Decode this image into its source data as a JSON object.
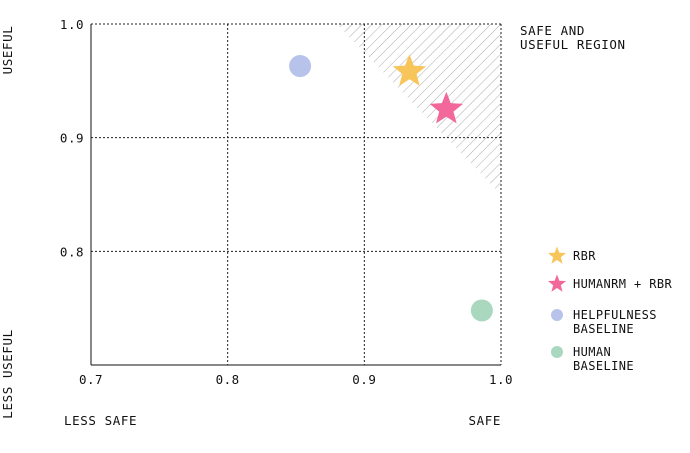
{
  "chart_data": {
    "type": "scatter",
    "xlim": [
      0.7,
      1.0
    ],
    "ylim": [
      0.7,
      1.0
    ],
    "x_ticks": [
      "0.7",
      "0.8",
      "0.9",
      "1.0"
    ],
    "y_ticks": [
      "0.8",
      "0.9",
      "1.0"
    ],
    "grid": "dotted",
    "x_axis_labels": {
      "low": "LESS SAFE",
      "high": "SAFE"
    },
    "y_axis_labels": {
      "low": "LESS USEFUL",
      "high": "USEFUL"
    },
    "region": {
      "label_lines": [
        "SAFE AND",
        "USEFUL REGION"
      ],
      "fill": "hatched",
      "location": "top-right"
    },
    "points": [
      {
        "name": "RBR",
        "x": 0.933,
        "y": 0.958,
        "marker": "star",
        "color": "#f8c55b"
      },
      {
        "name": "HUMANRM + RBR",
        "x": 0.96,
        "y": 0.925,
        "marker": "star",
        "color": "#f2689a"
      },
      {
        "name": "HELPFULNESS BASELINE",
        "x": 0.853,
        "y": 0.963,
        "marker": "circle",
        "color": "#b7c3ea"
      },
      {
        "name": "HUMAN BASELINE",
        "x": 0.986,
        "y": 0.748,
        "marker": "circle",
        "color": "#a9d8bf"
      }
    ],
    "legend": {
      "placement": "right",
      "entries": [
        {
          "lines": [
            "RBR"
          ],
          "marker": "star",
          "color": "#f8c55b"
        },
        {
          "lines": [
            "HUMANRM + RBR"
          ],
          "marker": "star",
          "color": "#f2689a"
        },
        {
          "lines": [
            "HELPFULNESS",
            "BASELINE"
          ],
          "marker": "circle",
          "color": "#b7c3ea"
        },
        {
          "lines": [
            "HUMAN",
            "BASELINE"
          ],
          "marker": "circle",
          "color": "#a9d8bf"
        }
      ]
    }
  }
}
